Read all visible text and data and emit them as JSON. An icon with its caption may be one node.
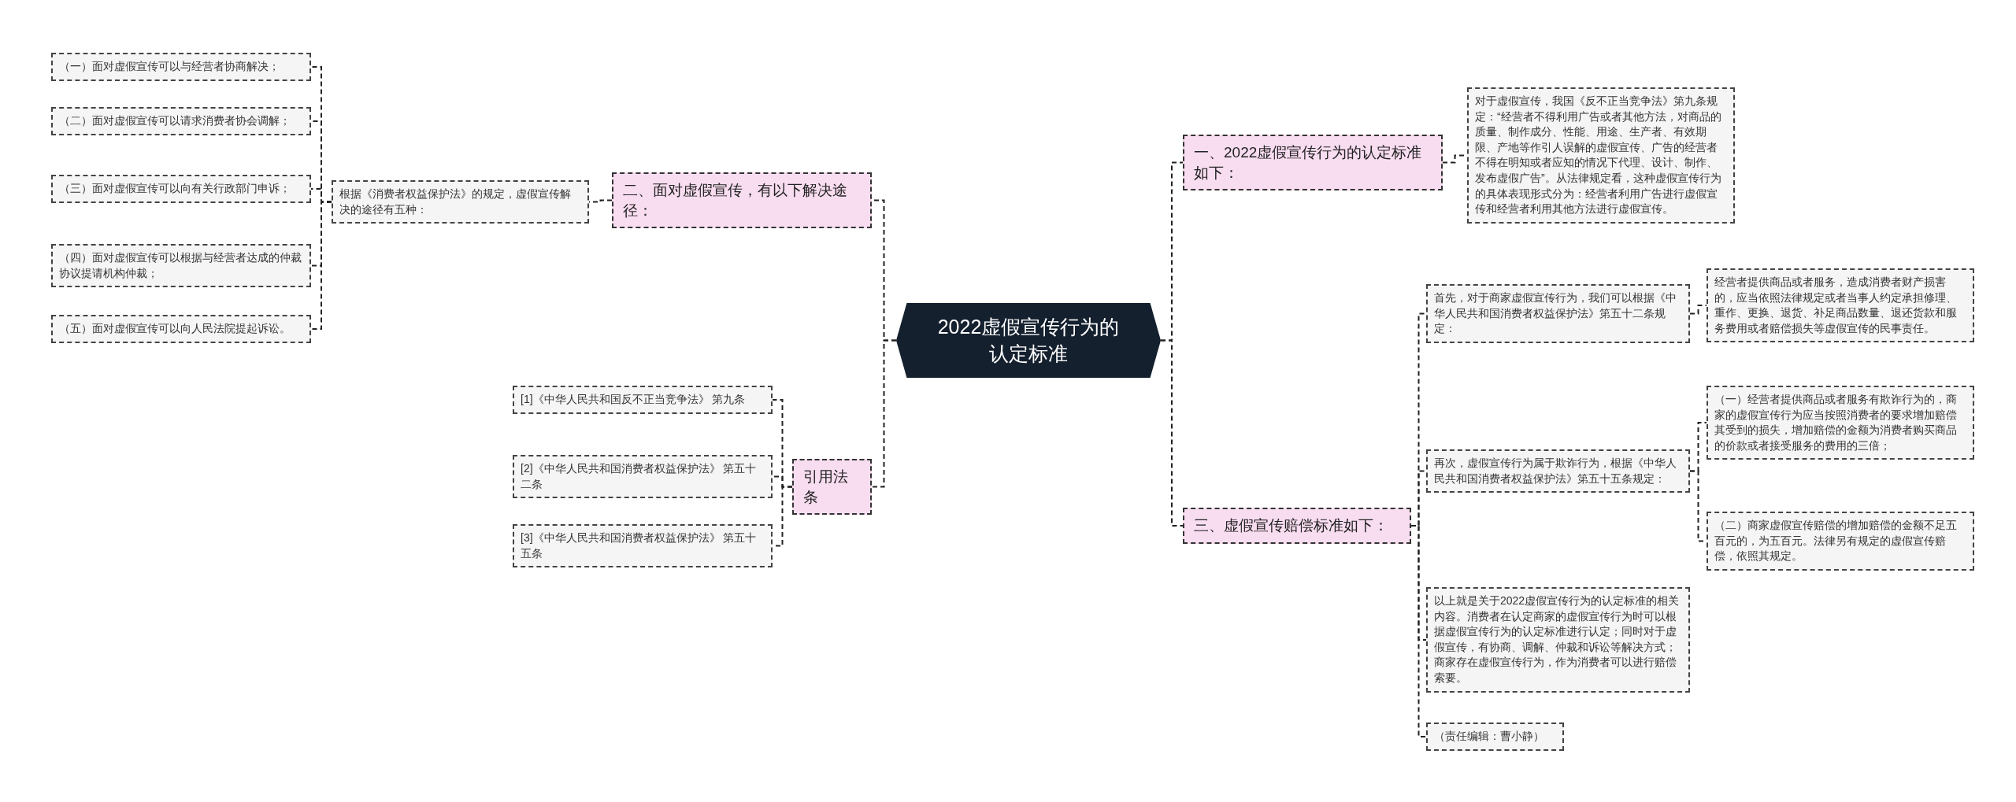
{
  "diagram": {
    "nodes": [
      {
        "text": [
          "2022虚假宣传行为的认定标准"
        ]
      },
      {
        "text": [
          "一、2022虚假宣传行为的认定标准如下："
        ]
      },
      {
        "text": [
          "对于虚假宣传，我国《反不正当竞争法》第九条规定：“经营者不得利用广告或者其他方法，对商品的质量、制作成分、性能、用途、生产者、有效期限、产地等作引人误解的虚假宣传、广告的经营者不得在明知或者应知的情况下代理、设计、制作、发布虚假广告”。从法律规定看，这种虚假宣传行为的具体表现形式分为：经营者利用广告进行虚假宣传和经营者利用其他方法进行虚假宣传。"
        ]
      },
      {
        "text": [
          "三、虚假宣传赔偿标准如下："
        ]
      },
      {
        "text": [
          "首先，对于商家虚假宣传行为，我们可以根据《中华人民共和国消费者权益保护法》第五十二条规定："
        ]
      },
      {
        "text": [
          "经营者提供商品或者服务，造成消费者财产损害的，应当依照法律规定或者当事人约定承担修理、重作、更换、退货、补足商品数量、退还货款和服务费用或者赔偿损失等虚假宣传的民事责任。"
        ]
      },
      {
        "text": [
          "再次，虚假宣传行为属于欺诈行为，根据《中华人民共和国消费者权益保护法》第五十五条规定："
        ]
      },
      {
        "text": [
          "（一）经营者提供商品或者服务有欺诈行为的，商家的虚假宣传行为应当按照消费者的要求增加赔偿其受到的损失，增加赔偿的金额为消费者购买商品的价款或者接受服务的费用的三倍；"
        ]
      },
      {
        "text": [
          "（二）商家虚假宣传赔偿的增加赔偿的金额不足五百元的，为五百元。法律另有规定的虚假宣传赔偿，依照其规定。"
        ]
      },
      {
        "text": [
          "以上就是关于2022虚假宣传行为的认定标准的相关内容。消费者在认定商家的虚假宣传行为时可以根据虚假宣传行为的认定标准进行认定；同时对于虚假宣传，有协商、调解、仲裁和诉讼等解决方式；商家存在虚假宣传行为，作为消费者可以进行赔偿索要。"
        ]
      },
      {
        "text": [
          "（责任编辑：曹小静）"
        ]
      },
      {
        "text": [
          "二、面对虚假宣传，有以下解决途径："
        ]
      },
      {
        "text": [
          "根据《消费者权益保护法》的规定，虚假宣传解决的途径有五种："
        ]
      },
      {
        "text": [
          "（一）面对虚假宣传可以与经营者协商解决；"
        ]
      },
      {
        "text": [
          "（二）面对虚假宣传可以请求消费者协会调解；"
        ]
      },
      {
        "text": [
          "（三）面对虚假宣传可以向有关行政部门申诉；"
        ]
      },
      {
        "text": [
          "（四）面对虚假宣传可以根据与经营者达成的仲裁协议提请机构仲裁；"
        ]
      },
      {
        "text": [
          "（五）面对虚假宣传可以向人民法院提起诉讼。"
        ]
      },
      {
        "text": [
          "引用法条"
        ]
      },
      {
        "text": [
          "[1]《中华人民共和国反不正当竞争法》 第九条"
        ]
      },
      {
        "text": [
          "[2]《中华人民共和国消费者权益保护法》 第五十二条"
        ]
      },
      {
        "text": [
          "[3]《中华人民共和国消费者权益保护法》 第五十五条"
        ]
      }
    ],
    "edges": [
      {
        "from": 0,
        "to": 1,
        "arrow": "none"
      },
      {
        "from": 0,
        "to": 3,
        "arrow": "none"
      },
      {
        "from": 0,
        "to": 11,
        "arrow": "none"
      },
      {
        "from": 0,
        "to": 18,
        "arrow": "none"
      },
      {
        "from": 1,
        "to": 2,
        "arrow": "none"
      },
      {
        "from": 3,
        "to": 4,
        "arrow": "none"
      },
      {
        "from": 3,
        "to": 6,
        "arrow": "none"
      },
      {
        "from": 3,
        "to": 9,
        "arrow": "none"
      },
      {
        "from": 3,
        "to": 10,
        "arrow": "none"
      },
      {
        "from": 4,
        "to": 5,
        "arrow": "none"
      },
      {
        "from": 6,
        "to": 7,
        "arrow": "none"
      },
      {
        "from": 6,
        "to": 8,
        "arrow": "none"
      },
      {
        "from": 11,
        "to": 12,
        "arrow": "none"
      },
      {
        "from": 12,
        "to": 13,
        "arrow": "none"
      },
      {
        "from": 12,
        "to": 14,
        "arrow": "none"
      },
      {
        "from": 12,
        "to": 15,
        "arrow": "none"
      },
      {
        "from": 12,
        "to": 16,
        "arrow": "none"
      },
      {
        "from": 12,
        "to": 17,
        "arrow": "none"
      },
      {
        "from": 18,
        "to": 19,
        "arrow": "none"
      },
      {
        "from": 18,
        "to": 20,
        "arrow": "none"
      },
      {
        "from": 18,
        "to": 21,
        "arrow": "none"
      }
    ]
  }
}
